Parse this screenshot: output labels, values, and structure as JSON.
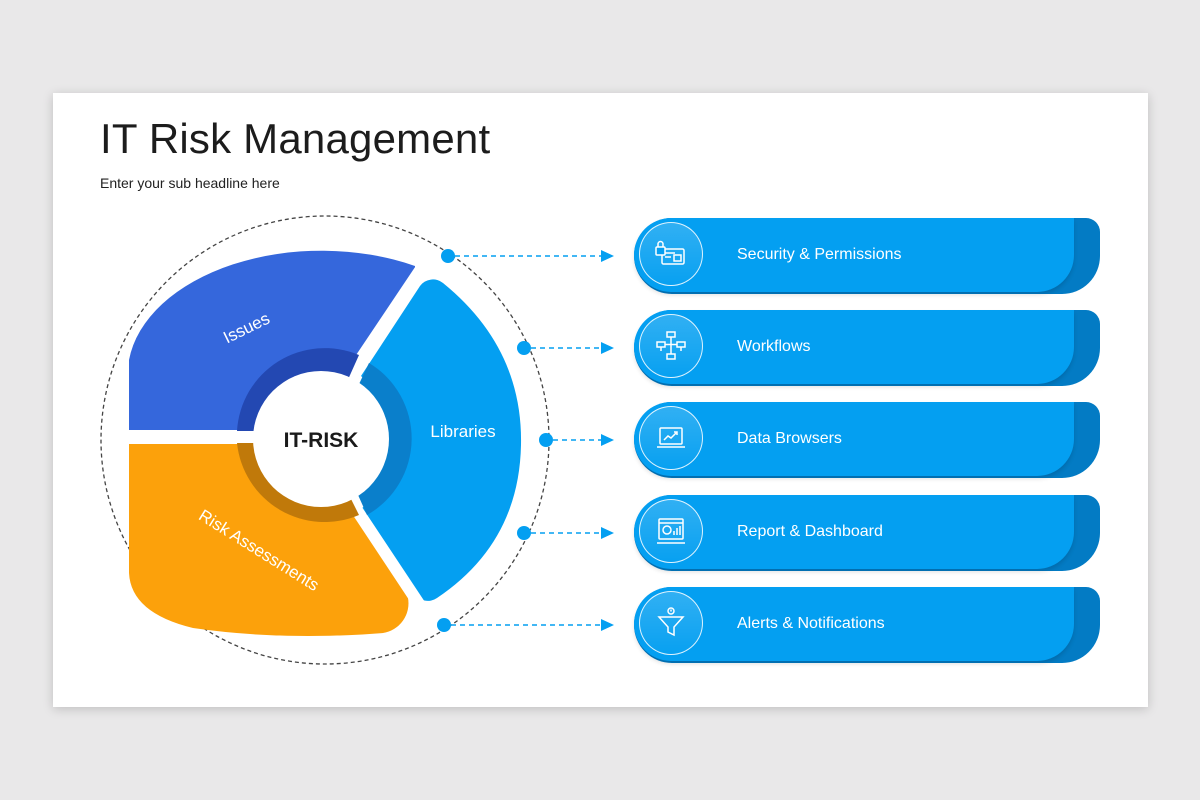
{
  "slide": {
    "title": "IT Risk Management",
    "subtitle": "Enter your sub headline here"
  },
  "cycle": {
    "center_label": "IT-RISK",
    "segments": [
      {
        "label": "Issues",
        "color": "#3567dc"
      },
      {
        "label": "Libraries",
        "color": "#049ff1"
      },
      {
        "label": "Risk Assessments",
        "color": "#fca10b"
      }
    ]
  },
  "items": [
    {
      "label": "Security & Permissions",
      "icon": "security-card-lock-icon"
    },
    {
      "label": "Workflows",
      "icon": "workflow-icon"
    },
    {
      "label": "Data Browsers",
      "icon": "data-browser-icon"
    },
    {
      "label": "Report & Dashboard",
      "icon": "report-dashboard-icon"
    },
    {
      "label": "Alerts & Notifications",
      "icon": "alert-filter-icon"
    }
  ],
  "colors": {
    "item_front": "#049ff1",
    "item_back": "#037bc4",
    "connector": "#049ff1"
  }
}
